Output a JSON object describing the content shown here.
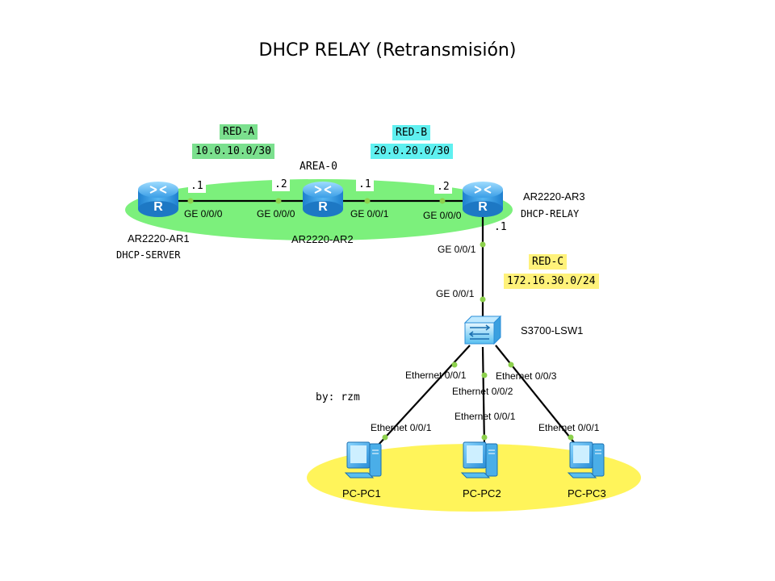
{
  "title": "DHCP RELAY (Retransmisión)",
  "networks": {
    "red_a": {
      "name": "RED-A",
      "subnet": "10.0.10.0/30"
    },
    "red_b": {
      "name": "RED-B",
      "subnet": "20.0.20.0/30"
    },
    "red_c": {
      "name": "RED-C",
      "subnet": "172.16.30.0/24"
    },
    "area": "AREA-0"
  },
  "devices": {
    "ar1": {
      "name": "AR2220-AR1",
      "role": "DHCP-SERVER"
    },
    "ar2": {
      "name": "AR2220-AR2"
    },
    "ar3": {
      "name": "AR2220-AR3",
      "role": "DHCP-RELAY"
    },
    "lsw1": {
      "name": "S3700-LSW1"
    },
    "pc1": {
      "name": "PC-PC1"
    },
    "pc2": {
      "name": "PC-PC2"
    },
    "pc3": {
      "name": "PC-PC3"
    }
  },
  "interfaces": {
    "ar1_ge000": "GE 0/0/0",
    "ar2_ge000": "GE 0/0/0",
    "ar2_ge001": "GE 0/0/1",
    "ar3_ge000": "GE 0/0/0",
    "ar3_ge001": "GE 0/0/1",
    "lsw_ge001": "GE 0/0/1",
    "lsw_eth1": "Ethernet 0/0/1",
    "lsw_eth2": "Ethernet 0/0/2",
    "lsw_eth3": "Ethernet 0/0/3",
    "pc1_eth": "Ethernet 0/0/1",
    "pc2_eth": "Ethernet 0/0/1",
    "pc3_eth": "Ethernet 0/0/1"
  },
  "host_ids": {
    "ar1_a": ".1",
    "ar2_a": ".2",
    "ar2_b": ".1",
    "ar3_b": ".2",
    "ar3_c": ".1"
  },
  "author": "by: rzm",
  "colors": {
    "area_ellipse": "#7cf07c",
    "pc_ellipse": "#fff45a",
    "link": "#000000",
    "port_dot": "#8cd04c",
    "router_body": "#3aa0e0",
    "switch_body": "#5cc0f0",
    "pc_body": "#3aa8e8"
  }
}
